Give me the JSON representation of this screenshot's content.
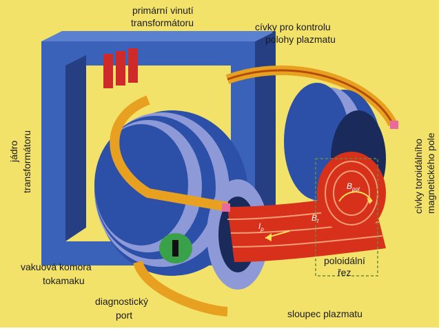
{
  "labels": {
    "primary_winding": [
      "primární vinutí",
      "transformátoru"
    ],
    "control_coils": [
      "cívky pro kontrolu",
      "polohy plazmatu"
    ],
    "transformer_core": [
      "jádro",
      "transformátoru"
    ],
    "toroidal_coils": [
      "cívky toroidálního",
      "magnetického pole"
    ],
    "vacuum_chamber": [
      "vakuová komora",
      "tokamaku"
    ],
    "diagnostic_port": [
      "diagnostický",
      "port"
    ],
    "poloidal_section": [
      "poloidální",
      "řez"
    ],
    "plasma_column": "sloupec plazmatu"
  },
  "symbols": {
    "b_poloidal": "B",
    "b_poloidal_sub": "pol",
    "b_toroidal": "B",
    "b_toroidal_sub": "t",
    "current": "I",
    "current_sub": "p"
  },
  "colors": {
    "background": "#f3e26a",
    "core": "#3a62b8",
    "core_dark": "#253f82",
    "winding": "#cf2a2a",
    "coil_blue": "#2c4fa8",
    "coil_light": "#8e9ad8",
    "plasma": "#d8311b",
    "control_coil": "#e8a020",
    "port": "#3aa04a"
  }
}
